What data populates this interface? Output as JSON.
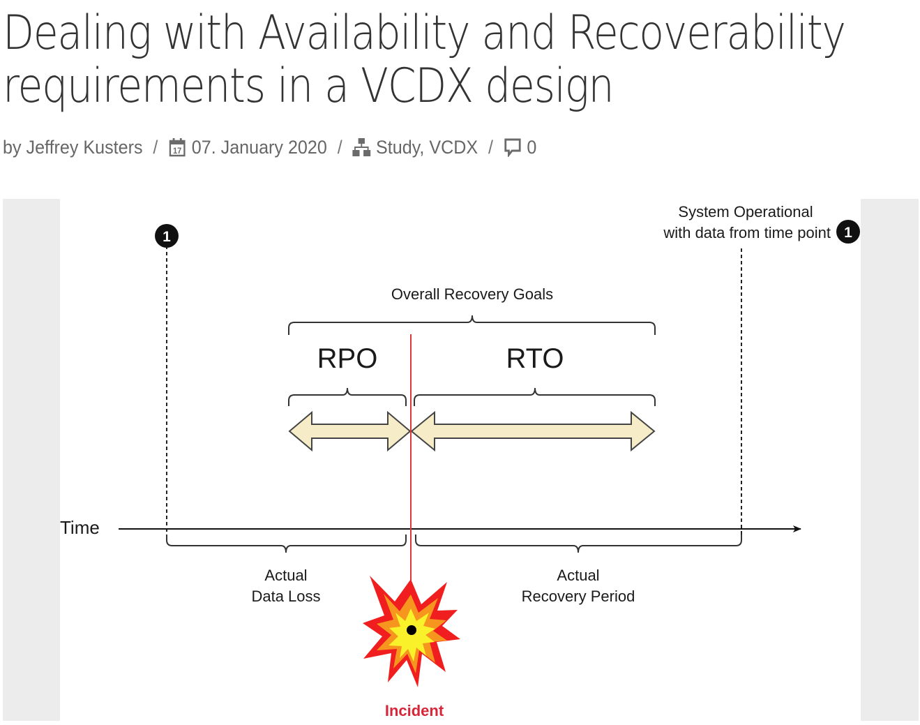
{
  "article": {
    "title_lines": [
      "Dealing with Availability and Recoverability",
      "requirements in a VCDX design"
    ],
    "meta": {
      "author_prefix": "by",
      "author": "Jeffrey Kusters",
      "date_icon": "calendar-icon",
      "date": "07. January 2020",
      "categories_icon": "sitemap-icon",
      "categories": "Study, VCDX",
      "comments_icon": "comment-icon",
      "comments": "0",
      "separator": "/"
    }
  },
  "diagram": {
    "marker_label": "1",
    "system_operational_line1": "System Operational",
    "system_operational_line2": "with data from time point",
    "overall_goals": "Overall Recovery Goals",
    "rpo": "RPO",
    "rto": "RTO",
    "time_axis": "Time",
    "data_loss_line1": "Actual",
    "data_loss_line2": "Data Loss",
    "recovery_line1": "Actual",
    "recovery_line2": "Recovery Period",
    "incident": "Incident",
    "colors": {
      "arrow_fill": "#f7ecc8",
      "incident_line": "#e0353b",
      "incident_text": "#d6263a",
      "burst_outer": "#f01e1e",
      "burst_middle": "#f7961e",
      "burst_inner": "#f9f22a",
      "panel_grey": "#ececec"
    }
  }
}
